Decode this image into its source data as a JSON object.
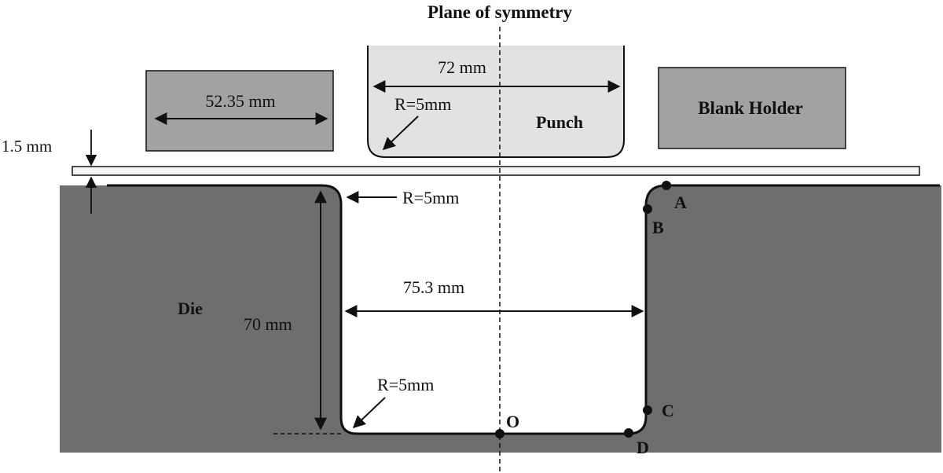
{
  "labels": {
    "plane": "Plane of symmetry",
    "left_block_width": "52.35 mm",
    "punch_width": "72 mm",
    "punch_radius": "R=5mm",
    "punch": "Punch",
    "blank_holder": "Blank Holder",
    "blank_thickness": "1.5 mm",
    "die_top_radius": "R=5mm",
    "die": "Die",
    "die_depth": "70 mm",
    "cavity_width": "75.3 mm",
    "die_bottom_radius": "R=5mm"
  },
  "points": {
    "a": "A",
    "b": "B",
    "c": "C",
    "d": "D",
    "o": "O"
  },
  "colors": {
    "die": "#6e6e6e",
    "left_block": "#a2a2a2",
    "punch": "#e2e2e2",
    "blank_holder": "#a2a2a2",
    "outline": "#111111"
  }
}
